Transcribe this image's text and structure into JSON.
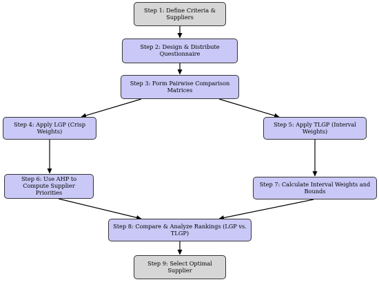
{
  "steps": {
    "s1": "Step 1: Define Criteria & Suppliers",
    "s2": "Step 2: Design & Distribute Questionnaire",
    "s3": "Step 3: Form Pairwise Comparison Matrices",
    "s4": "Step 4: Apply LGP (Crisp Weights)",
    "s5": "Step 5: Apply TLGP (Interval Weights)",
    "s6": "Step 6: Use AHP to Compute Supplier Priorities",
    "s7": "Step 7: Calculate Interval Weights and Bounds",
    "s8": "Step 8: Compare & Analyze Rankings (LGP vs. TLGP)",
    "s9": "Step 9: Select Optimal Supplier"
  },
  "colors": {
    "terminal_fill": "#d6d6d6",
    "process_fill": "#c9c8f6",
    "stroke": "#333333"
  }
}
